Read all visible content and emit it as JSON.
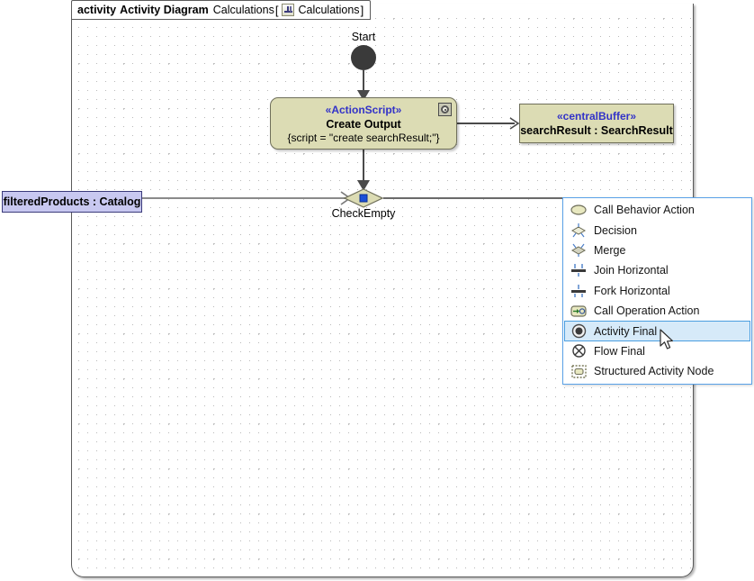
{
  "frame": {
    "keyword": "activity",
    "diagram_type": "Activity Diagram",
    "diagram_name": "Calculations",
    "bracket_open": "[",
    "bracket_close": "]",
    "context_name": "Calculations",
    "context_icon": "activity-diagram-icon"
  },
  "nodes": {
    "start": {
      "label": "Start",
      "icon": "initial-node-icon"
    },
    "create_output": {
      "stereotype": "«ActionScript»",
      "name": "Create Output",
      "body": "{script = \"create searchResult;\"}",
      "corner_icon": "action-script-icon"
    },
    "central_buffer": {
      "stereotype": "«centralBuffer»",
      "name": "searchResult : SearchResult"
    },
    "filtered_pin": {
      "label": "filteredProducts : Catalog"
    },
    "decision": {
      "label": "CheckEmpty",
      "icon": "decision-diamond-icon"
    }
  },
  "context_menu": {
    "selected_index": 6,
    "items": [
      {
        "label": "Call Behavior Action",
        "icon": "call-behavior-action-icon"
      },
      {
        "label": "Decision",
        "icon": "decision-icon"
      },
      {
        "label": "Merge",
        "icon": "merge-icon"
      },
      {
        "label": "Join Horizontal",
        "icon": "join-horizontal-icon"
      },
      {
        "label": "Fork Horizontal",
        "icon": "fork-horizontal-icon"
      },
      {
        "label": "Call Operation Action",
        "icon": "call-operation-action-icon"
      },
      {
        "label": "Activity Final",
        "icon": "activity-final-icon"
      },
      {
        "label": "Flow Final",
        "icon": "flow-final-icon"
      },
      {
        "label": "Structured Activity Node",
        "icon": "structured-activity-node-icon"
      }
    ]
  },
  "colors": {
    "node_fill": "#dcdcb4",
    "node_border": "#6f6f5a",
    "stereotype_text": "#3232c8",
    "pin_fill": "#c8c8f0",
    "pin_border": "#3a3a7a",
    "menu_highlight": "#d6eaf9",
    "menu_border": "#5aa2e8",
    "frame_border": "#5a5a5a"
  }
}
